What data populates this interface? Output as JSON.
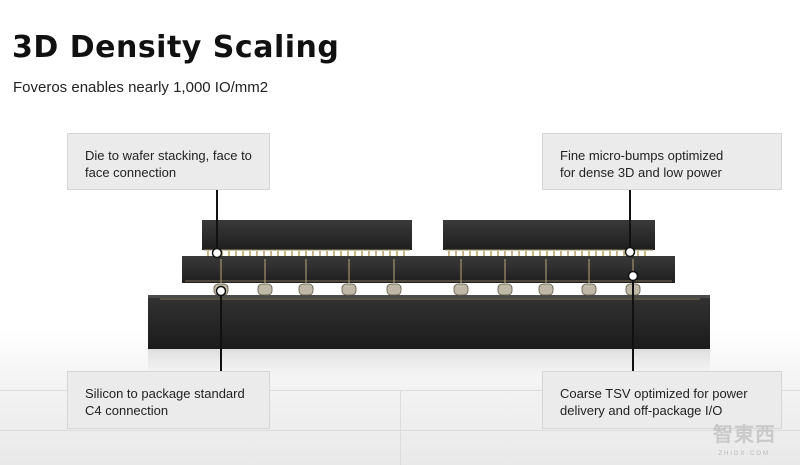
{
  "title": "3D Density Scaling",
  "subtitle": "Foveros enables nearly 1,000 IO/mm2",
  "callouts": {
    "top_left": "Die to wafer stacking, face to\nface connection",
    "top_right": "Fine micro-bumps optimized\nfor dense 3D and low power",
    "bottom_left": "Silicon to package standard\nC4 connection",
    "bottom_right": "Coarse TSV optimized for power\ndelivery and off-package I/O"
  },
  "watermark": "智東西",
  "watermark_sub": "ZHIDX.COM",
  "colors": {
    "die": "#2a2a2a",
    "bump": "#c9b78a",
    "callout_bg": "#ebebeb",
    "leader_line": "#111111"
  }
}
